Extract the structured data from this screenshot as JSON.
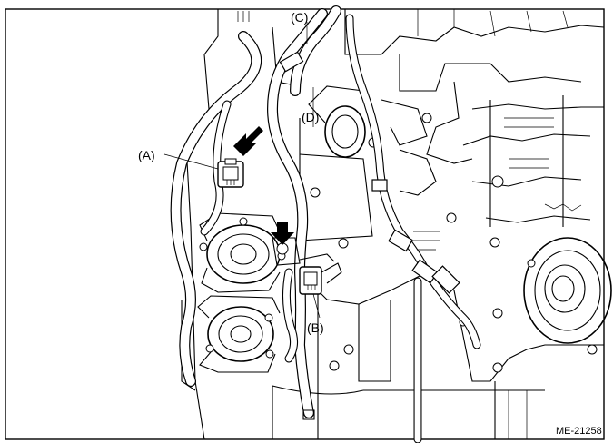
{
  "figure": {
    "callouts": {
      "a": "(A)",
      "b": "(B)",
      "c": "(C)",
      "d": "(D)"
    },
    "figure_code": "ME-21258",
    "arrow_color": "#000000",
    "line_color": "#000000",
    "background_color": "#ffffff"
  }
}
